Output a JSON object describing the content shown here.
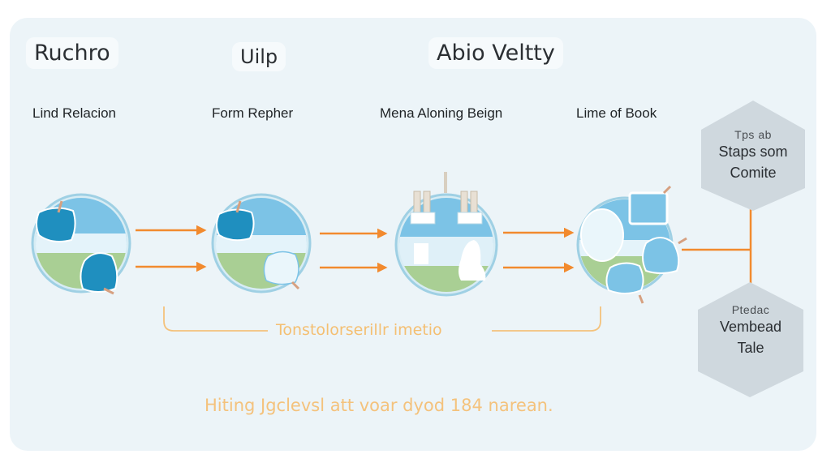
{
  "headers": [
    {
      "text": "Ruchro"
    },
    {
      "text": "Uilp"
    },
    {
      "text": "Abio Veltty"
    }
  ],
  "stages": [
    {
      "label": "Lind Relacion",
      "icon": "globe-with-tags-icon"
    },
    {
      "label": "Form Repher",
      "icon": "globe-with-tags-icon"
    },
    {
      "label": "Mena Aloning Beign",
      "icon": "globe-with-building-icon"
    },
    {
      "label": "Lime of Book",
      "icon": "globe-with-bubbles-icon"
    }
  ],
  "hexagons": [
    {
      "small": "Tps ab",
      "lines": [
        "Staps som",
        "Comite"
      ]
    },
    {
      "small": "Ptedac",
      "lines": [
        "Vembead",
        "Tale"
      ]
    }
  ],
  "bracket": {
    "label": "Tonstolorserillr imetio"
  },
  "footer": {
    "text": "Hiting Jgclevsl att voar dyod 184 narean."
  },
  "colors": {
    "panel": "#ecf4f8",
    "arrow": "#f28a2e",
    "bracket": "#f4c27c",
    "hexagon": "#cfd8de",
    "globe_sky": "#7cc3e6",
    "globe_ground": "#a9cf94",
    "tag_blue": "#1f8fbf"
  }
}
